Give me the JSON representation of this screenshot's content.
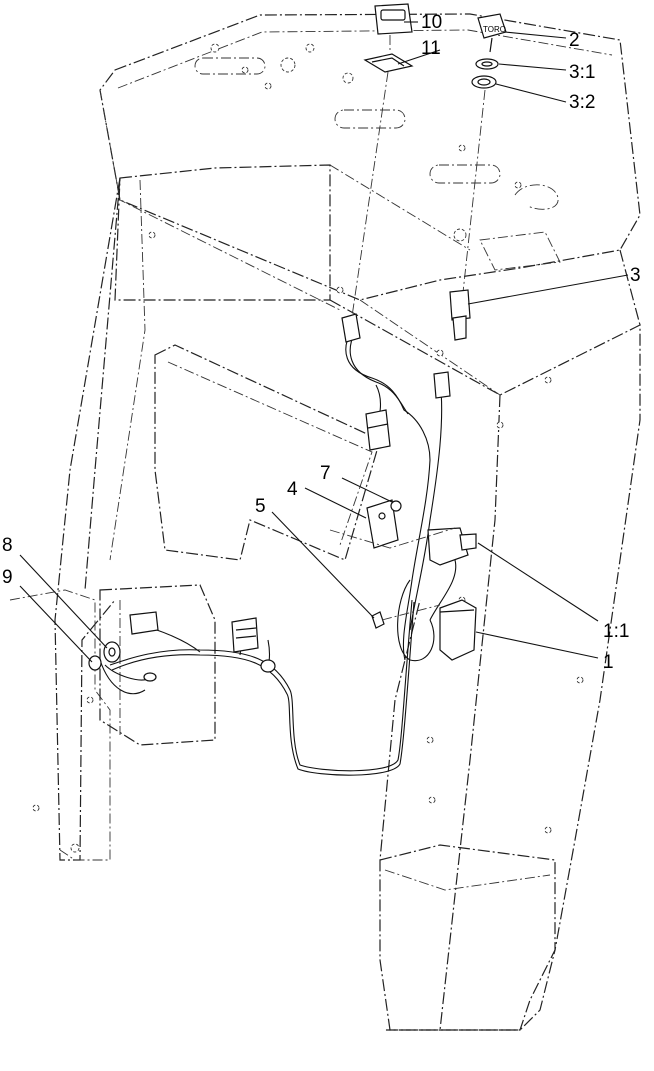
{
  "diagram": {
    "callouts": {
      "c10": "10",
      "c2": "2",
      "c11": "11",
      "c3_1": "3:1",
      "c3_2": "3:2",
      "c3": "3",
      "c7": "7",
      "c4": "4",
      "c5": "5",
      "c8": "8",
      "c9": "9",
      "c1_1": "1:1",
      "c1": "1"
    },
    "key_badge_text": "TORO"
  }
}
